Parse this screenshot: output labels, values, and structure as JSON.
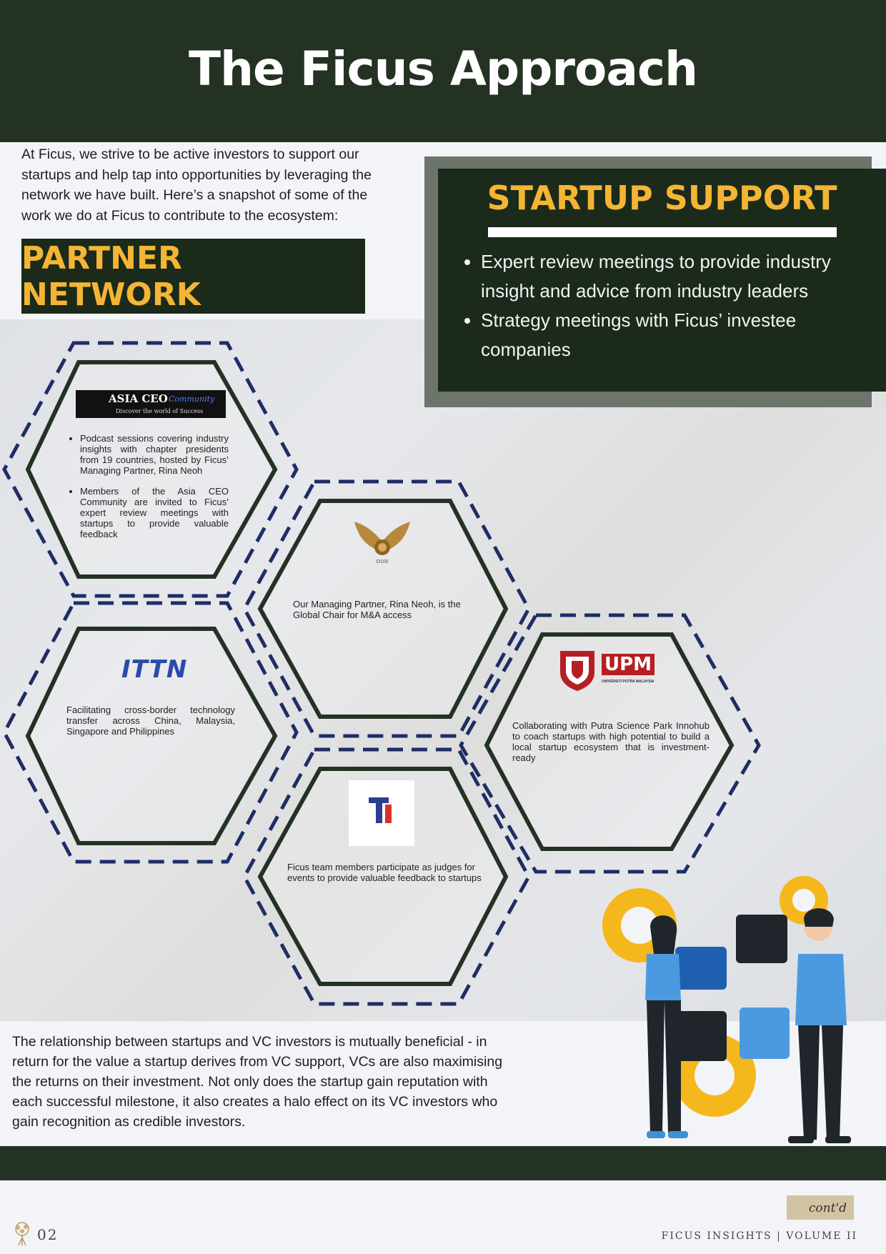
{
  "header": {
    "title": "The Ficus Approach"
  },
  "intro": "At Ficus, we strive to be active investors to support our startups and help tap into opportunities by leveraging the network we have built. Here’s a snapshot of some of the work we do at Ficus to contribute to the ecosystem:",
  "partner_network": {
    "title": "PARTNER NETWORK"
  },
  "startup_support": {
    "title": "STARTUP SUPPORT",
    "items": [
      "Expert review meetings to provide industry insight and advice from industry leaders",
      "Strategy meetings with Ficus’ investee companies"
    ]
  },
  "hexes": {
    "asia_ceo": {
      "logo_title": "ASIA CEO",
      "logo_script": "Community",
      "logo_tagline": "Discover the world of Success",
      "items": [
        "Podcast sessions covering industry insights with chapter presidents from 19 countries, hosted by Ficus’ Managing Partner, Rina Neoh",
        "Members of the Asia CEO Community are invited to Ficus’ expert review meetings with startups to provide valuable feedback"
      ]
    },
    "o100": {
      "logo_text": "O100",
      "text": "Our Managing Partner, Rina Neoh, is the Global Chair for M&A access"
    },
    "ittn": {
      "logo_text": "ITTN",
      "text": "Facilitating cross-border technology transfer across China, Malaysia, Singapore and Philippines"
    },
    "upm": {
      "logo_text": "UPM",
      "logo_sub": "UNIVERSITI PUTRA MALAYSIA",
      "text": "Collaborating with Putra Science Park Innohub to coach startups with high potential to build a local startup ecosystem that is investment-ready"
    },
    "ti": {
      "logo_text": "Ti",
      "text": "Ficus team members participate as judges for events to provide valuable feedback to startups"
    }
  },
  "closing": "The relationship between startups and VC investors is mutually beneficial - in return for the value a startup derives from VC support, VCs are also maximising the returns on their investment. Not only does the startup gain reputation with each successful milestone, it also creates a halo effect on its VC investors who gain recognition as credible investors.",
  "footer": {
    "contd": "cont'd",
    "page": "02",
    "publication": "FICUS INSIGHTS | VOLUME II"
  },
  "colors": {
    "dark_green": "#243224",
    "gold": "#f4b534",
    "navy_dash": "#1e2d66",
    "hex_stroke": "#243224"
  }
}
